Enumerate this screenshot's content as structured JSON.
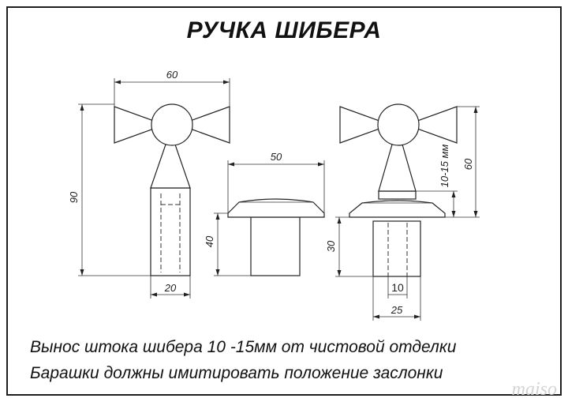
{
  "title": "РУЧКА ШИБЕРА",
  "dimensions": {
    "left_view": {
      "width_top": "60",
      "height_total": "90",
      "stem_width": "20"
    },
    "middle_view": {
      "flange_width": "50",
      "height": "40"
    },
    "right_view": {
      "height_total": "60",
      "offset": "10-15 мм",
      "stem_height": "30",
      "inner": "10",
      "stem_width": "25"
    }
  },
  "notes": [
    "Вынос штока шибера 10 -15мм от чистовой отделки",
    "Барашки должны имитировать положение заслонки"
  ],
  "watermark": "maiso"
}
